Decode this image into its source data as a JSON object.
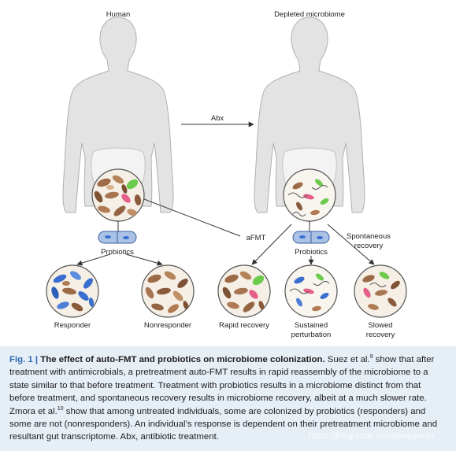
{
  "labels": {
    "human": "Human",
    "depleted": "Depleted microbiome",
    "abx": "Abx",
    "afmt": "aFMT",
    "probiotics_left": "Probiotics",
    "probiotics_right": "Probiotics",
    "spontaneous_line1": "Spontaneous",
    "spontaneous_line2": "recovery",
    "responder": "Responder",
    "nonresponder": "Nonresponder",
    "rapid_recovery": "Rapid recovery",
    "sustained_line1": "Sustained",
    "sustained_line2": "perturbation",
    "slowed_line1": "Slowed",
    "slowed_line2": "recovery"
  },
  "caption": {
    "fig_label": "Fig. 1 |",
    "title": "The effect of auto-FMT and probiotics on microbiome colonization.",
    "seg1": " Suez et al.",
    "ref1": "9",
    "seg2": " show that after treatment with antimicrobials, a pretreatment auto-FMT results in rapid reassembly of the microbiome to a state similar to that before treatment. Treatment with probiotics results in a microbiome distinct from that before treatment, and spontaneous recovery results in microbiome recovery, albeit at a much slower rate. Zmora et al.",
    "ref2": "10",
    "seg3": " show that among untreated individuals, some are colonized by probiotics (responders) and some are not (nonresponders). An individual’s response is dependent on their pretreatment microbiome and resultant gut transcriptome. Abx, antibiotic treatment."
  },
  "watermark": "https://blog.csdn.net/deepgener",
  "colors": {
    "body": "#e3e3e3",
    "body_outline": "#b0b0b0",
    "gut": "#f4f4f4",
    "bacteria_brown": "#9c6b46",
    "bacteria_green": "#6ccb4a",
    "bacteria_blue": "#3a6fd0",
    "bacteria_pink": "#e4608a",
    "caption_bg": "#e6eef6",
    "fig_label": "#2a6ab3"
  }
}
